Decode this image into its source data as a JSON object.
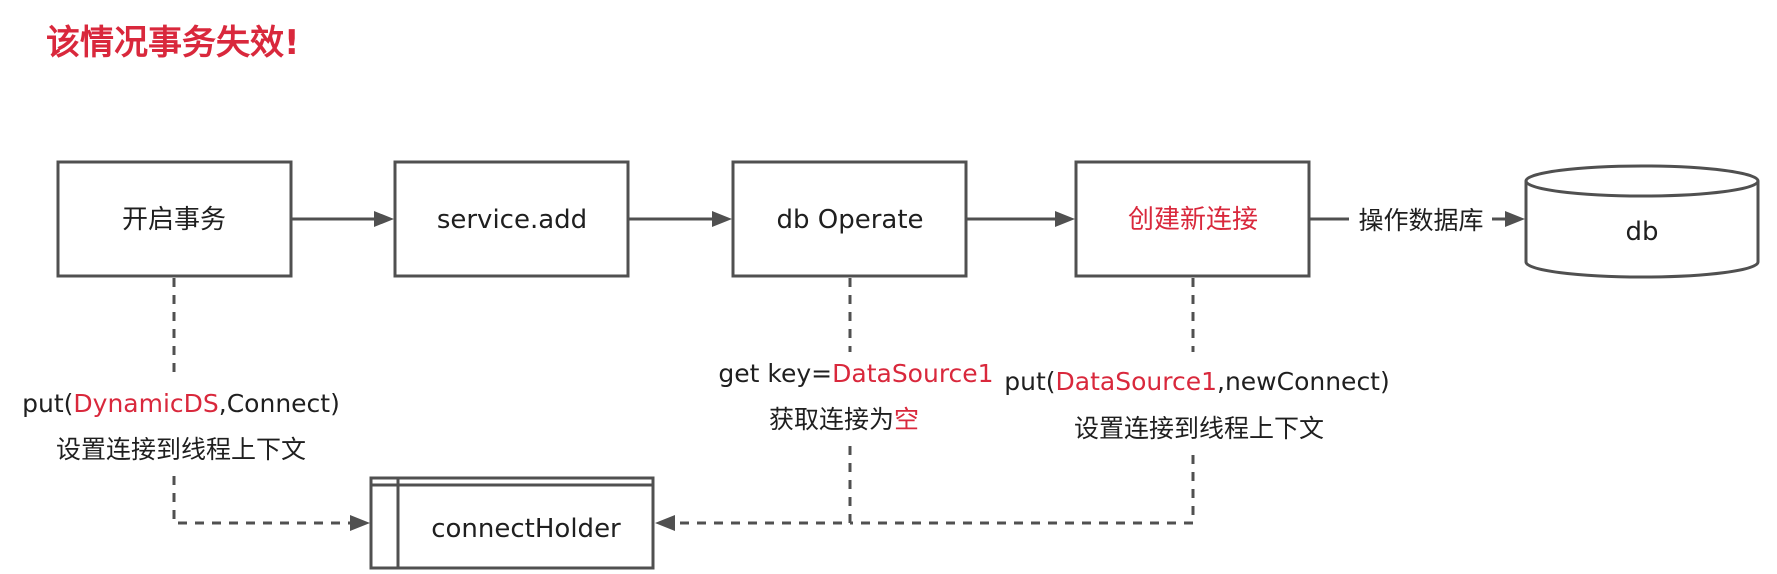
{
  "title": "该情况事务失效!",
  "nodes": {
    "start_tx": "开启事务",
    "service_add": "service.add",
    "db_operate": "db Operate",
    "new_connection": "创建新连接",
    "db": "db",
    "connect_holder": "connectHolder"
  },
  "edges": {
    "operate_db": "操作数据库"
  },
  "annotations": {
    "put_dynamic": {
      "prefix": "put(",
      "key": "DynamicDS",
      "suffix": ",Connect)",
      "line2": "设置连接到线程上下文"
    },
    "get_key": {
      "prefix": "get key=",
      "key": "DataSource1",
      "line2_prefix": "获取连接为",
      "line2_highlight": "空"
    },
    "put_new": {
      "prefix": "put(",
      "key": "DataSource1",
      "suffix": ",newConnect)",
      "line2": "设置连接到线程上下文"
    }
  },
  "colors": {
    "highlight": "#d9283c",
    "stroke": "#505050",
    "text": "#1f1f1f"
  }
}
